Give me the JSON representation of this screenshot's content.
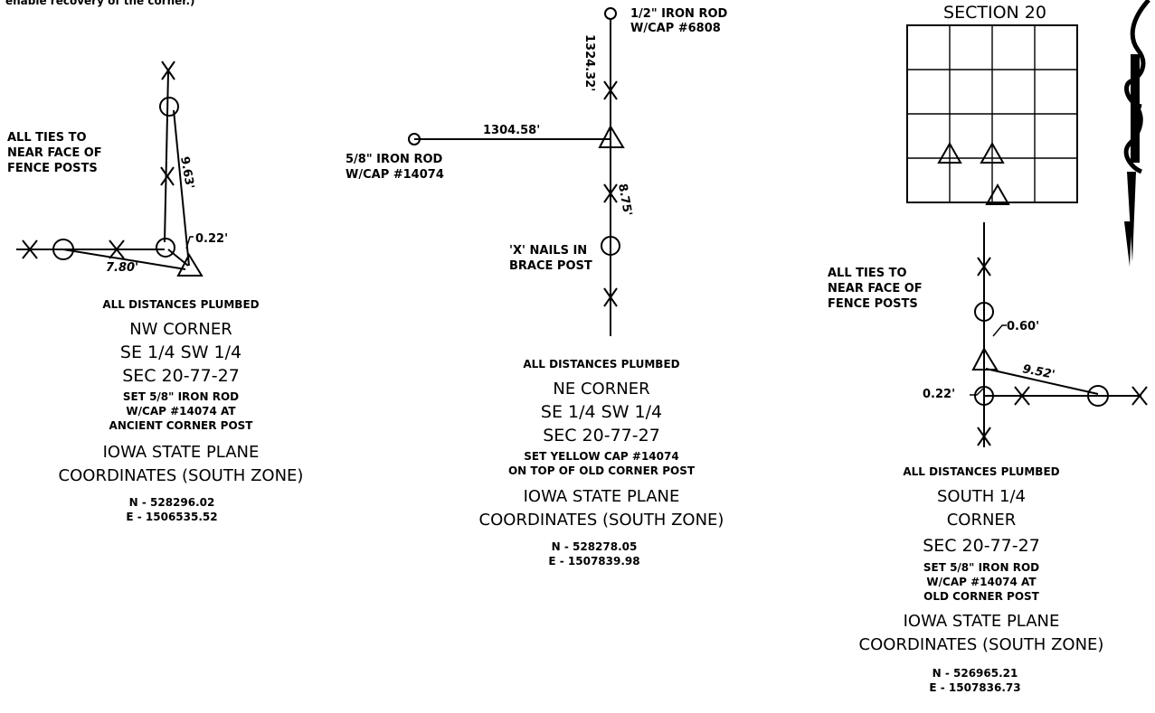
{
  "intro_fragment": "enable recovery of the corner.)",
  "nw": {
    "ties_note": [
      "ALL TIES TO",
      "NEAR FACE OF",
      "FENCE POSTS"
    ],
    "dist_a": "9.63'",
    "dist_b": "0.22'",
    "dist_c": "7.80'",
    "plumbed": "ALL DISTANCES PLUMBED",
    "title": "NW CORNER",
    "aliquot": "SE 1/4 SW 1/4",
    "sec": "SEC 20-77-27",
    "monument": [
      "SET 5/8\" IRON ROD",
      "W/CAP #14074 AT",
      "ANCIENT CORNER POST"
    ],
    "plane": "IOWA STATE PLANE",
    "zone": "COORDINATES (SOUTH ZONE)",
    "north": "N - 528296.02",
    "east": "E - 1506535.52"
  },
  "ne": {
    "rod_north": [
      "1/2\" IRON ROD",
      "W/CAP #6808"
    ],
    "dist_north": "1324.32'",
    "dist_west": "1304.58'",
    "rod_west": [
      "5/8\" IRON ROD",
      "W/CAP #14074"
    ],
    "dist_south": "8.75'",
    "nails": [
      "'X' NAILS IN",
      "BRACE POST"
    ],
    "plumbed": "ALL DISTANCES PLUMBED",
    "title": "NE CORNER",
    "aliquot": "SE 1/4 SW 1/4",
    "sec": "SEC 20-77-27",
    "monument": [
      "SET YELLOW CAP #14074",
      "ON TOP OF OLD CORNER POST"
    ],
    "plane": "IOWA STATE PLANE",
    "zone": "COORDINATES (SOUTH ZONE)",
    "north": "N - 528278.05",
    "east": "E - 1507839.98"
  },
  "section": {
    "label": "SECTION 20"
  },
  "south": {
    "ties_note": [
      "ALL TIES TO",
      "NEAR FACE OF",
      "FENCE POSTS"
    ],
    "dist_a": "0.60'",
    "dist_b": "9.52'",
    "dist_c": "0.22'",
    "plumbed": "ALL DISTANCES PLUMBED",
    "title": "SOUTH 1/4",
    "title2": "CORNER",
    "sec": "SEC 20-77-27",
    "monument": [
      "SET 5/8\" IRON ROD",
      "W/CAP #14074 AT",
      "OLD CORNER POST"
    ],
    "plane": "IOWA STATE PLANE",
    "zone": "COORDINATES (SOUTH ZONE)",
    "north": "N - 526965.21",
    "east": "E - 1507836.73"
  }
}
